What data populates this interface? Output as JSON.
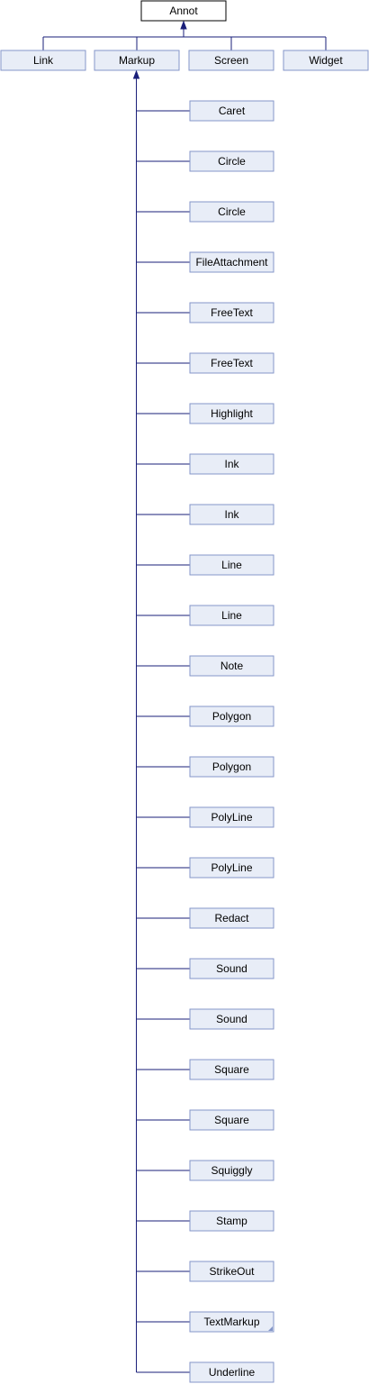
{
  "root": "Annot",
  "top_level": [
    "Link",
    "Markup",
    "Screen",
    "Widget"
  ],
  "markup_children": [
    "Caret",
    "Circle",
    "Circle",
    "FileAttachment",
    "FreeText",
    "FreeText",
    "Highlight",
    "Ink",
    "Ink",
    "Line",
    "Line",
    "Note",
    "Polygon",
    "Polygon",
    "PolyLine",
    "PolyLine",
    "Redact",
    "Sound",
    "Sound",
    "Square",
    "Square",
    "Squiggly",
    "Stamp",
    "StrikeOut",
    "TextMarkup",
    "Underline"
  ],
  "has_hidden_children": [
    "TextMarkup"
  ]
}
